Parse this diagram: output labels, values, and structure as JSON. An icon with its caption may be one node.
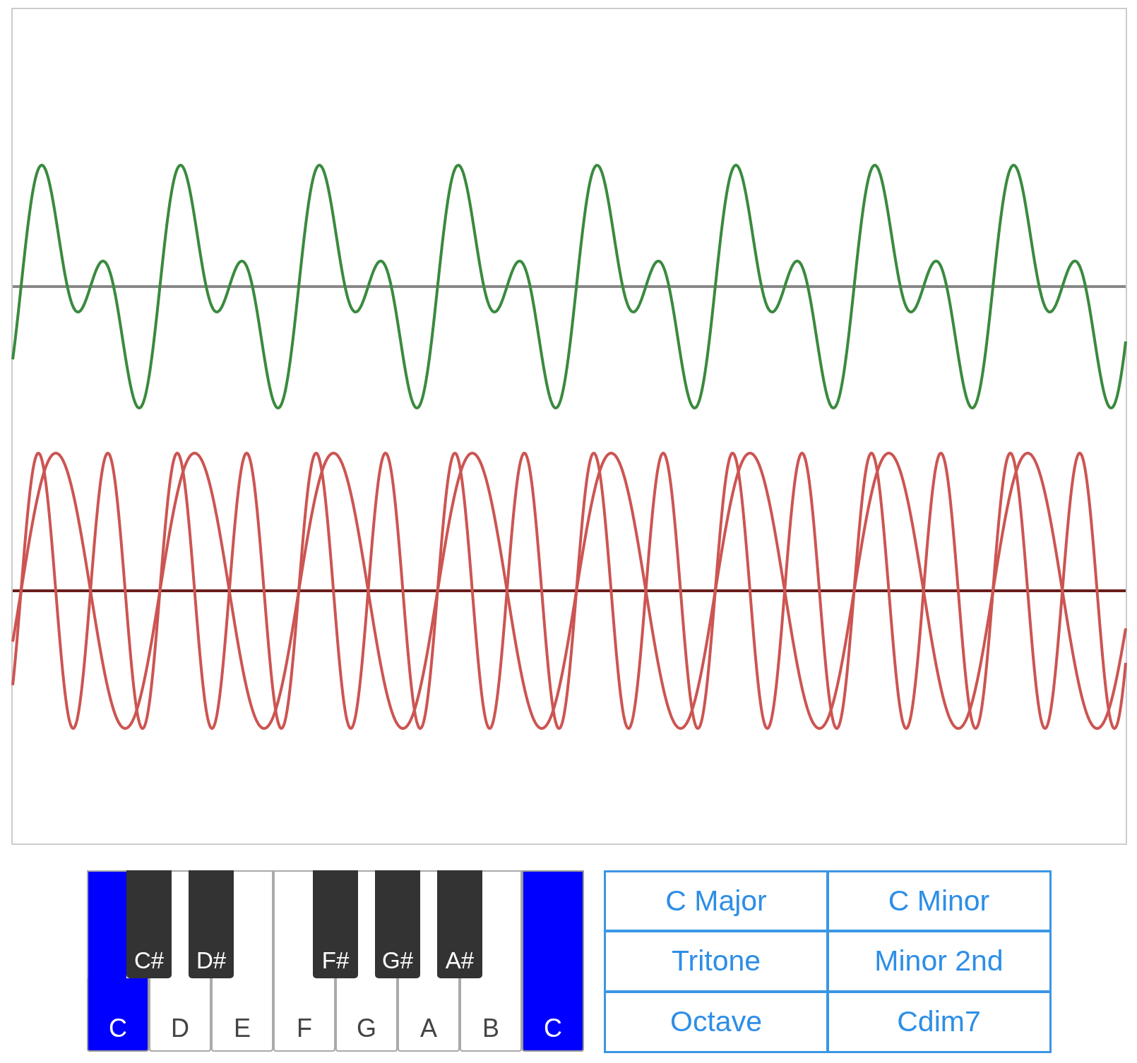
{
  "diagram": {
    "nodes": [
      {
        "text": [
          "C"
        ]
      },
      {
        "text": [
          "C#"
        ]
      },
      {
        "text": [
          "D"
        ]
      },
      {
        "text": [
          "D#"
        ]
      },
      {
        "text": [
          "E"
        ]
      },
      {
        "text": [
          "F"
        ]
      },
      {
        "text": [
          "F#"
        ]
      },
      {
        "text": [
          "G"
        ]
      },
      {
        "text": [
          "G#"
        ]
      },
      {
        "text": [
          "A"
        ]
      },
      {
        "text": [
          "A#"
        ]
      },
      {
        "text": [
          "B"
        ]
      },
      {
        "text": [
          "C"
        ]
      },
      {
        "text": [
          "C Major"
        ]
      },
      {
        "text": [
          "C Minor"
        ]
      },
      {
        "text": [
          "Tritone"
        ]
      },
      {
        "text": [
          "Minor 2nd"
        ]
      },
      {
        "text": [
          "Octave"
        ]
      },
      {
        "text": [
          "Cdim7"
        ]
      }
    ]
  }
}
